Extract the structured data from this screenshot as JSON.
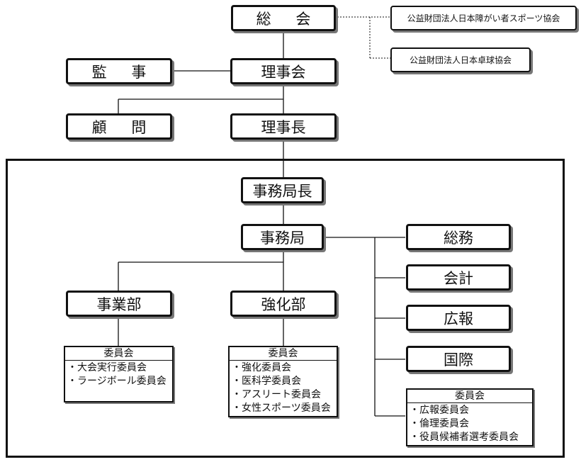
{
  "nodes": {
    "general_assembly": "総 会",
    "jpsa": "公益財団法人日本障がい者スポーツ協会",
    "jtta": "公益財団法人日本卓球協会",
    "auditor": "監 事",
    "board": "理事会",
    "advisor": "顧 問",
    "chairman": "理事長",
    "secretary_general": "事務局長",
    "secretariat": "事務局",
    "general_affairs": "総務",
    "accounting": "会計",
    "public_relations": "広報",
    "international": "国際",
    "business_dept": "事業部",
    "strengthening_dept": "強化部"
  },
  "committees": {
    "business": {
      "title": "委員会",
      "items": [
        "大会実行委員会",
        "ラージボール委員会"
      ]
    },
    "strengthening": {
      "title": "委員会",
      "items": [
        "強化委員会",
        "医科学委員会",
        "アスリート委員会",
        "女性スポーツ委員会"
      ]
    },
    "secretariat": {
      "title": "委員会",
      "items": [
        "広報委員会",
        "倫理委員会",
        "役員候補者選考委員会"
      ]
    }
  },
  "colors": {
    "line": "#111111",
    "shadow": "#777777",
    "background": "#ffffff"
  }
}
